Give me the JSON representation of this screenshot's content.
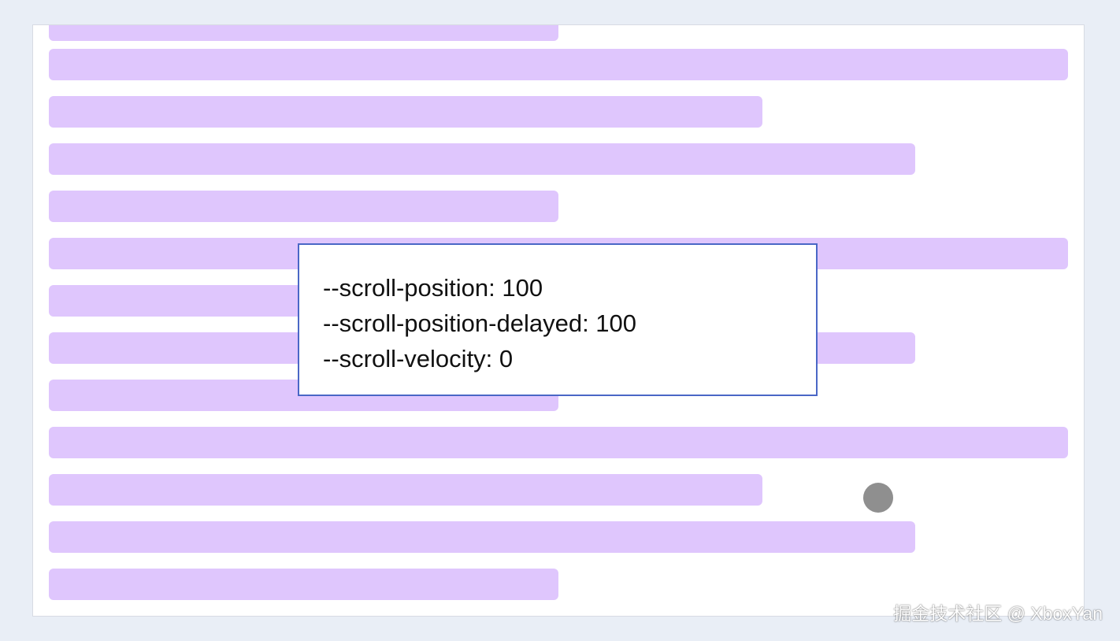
{
  "scroll_info": {
    "lines": [
      "--scroll-position: 100",
      "--scroll-position-delayed: 100",
      "--scroll-velocity: 0"
    ]
  },
  "watermark": {
    "text": "掘金技术社区 @ XboxYan"
  },
  "colors": {
    "page_background": "#e9eef6",
    "bar_fill": "#dfc6fd",
    "panel_border": "#4a67c6",
    "cursor_dot": "#8f8f8f"
  }
}
